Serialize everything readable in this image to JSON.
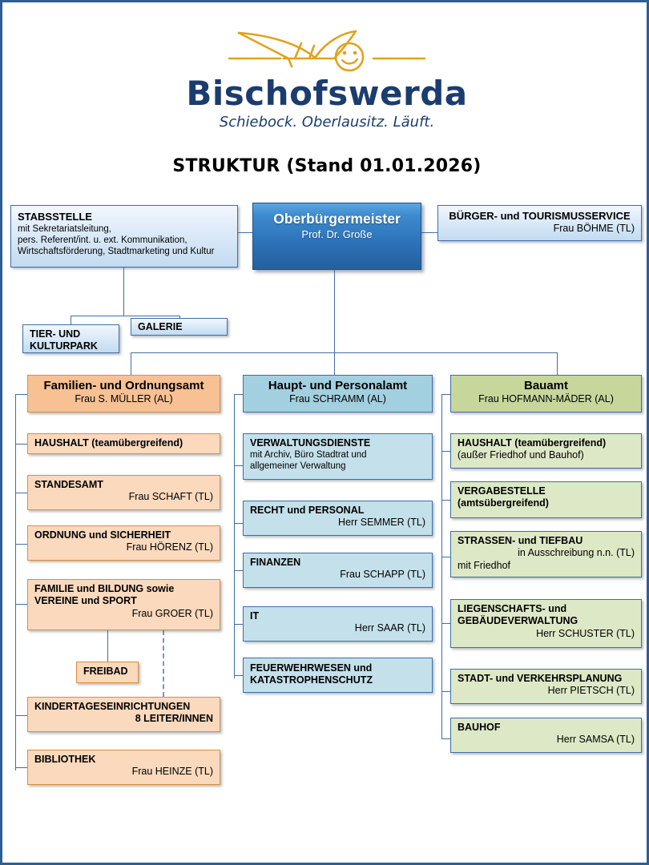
{
  "logo": {
    "city": "Bischofswerda",
    "claim": "Schiebock. Oberlausitz. Läuft.",
    "mark_icon": "deckchair-smiley-icon",
    "gold": "#e0a31e",
    "navy": "#1b3c6e"
  },
  "title": "STRUKTUR (Stand 01.01.2026)",
  "top": {
    "stabsstelle": {
      "title": "STABSSTELLE",
      "line1": "mit Sekretariatsleitung,",
      "line2": "pers. Referent/int. u. ext. Kommunikation,",
      "line3": "Wirtschaftsförderung, Stadtmarketing  und  Kultur"
    },
    "oberbuergermeister": {
      "title": "Oberbürgermeister",
      "person": "Prof. Dr. Große"
    },
    "buergerservice": {
      "title": "BÜRGER-  und TOURISMUSSERVICE",
      "person": "Frau BÖHME (TL)"
    }
  },
  "stabsstelle_children": [
    {
      "title_line1": "TIER- UND",
      "title_line2": "KULTURPARK"
    },
    {
      "title_line1": "GALERIE",
      "title_line2": ""
    }
  ],
  "departments": [
    {
      "key": "familien-und-ordnungsamt",
      "header": {
        "title": "Familien- und Ordnungsamt",
        "person": "Frau S. MÜLLER (AL)"
      },
      "color": "orange",
      "units": [
        {
          "title": "HAUSHALT (teamübergreifend)",
          "person": "",
          "note": ""
        },
        {
          "title": "STANDESAMT",
          "person": "Frau SCHAFT (TL)",
          "note": ""
        },
        {
          "title": "ORDNUNG und SICHERHEIT",
          "person": "Frau HÖRENZ (TL)",
          "note": ""
        },
        {
          "title": "FAMILIE und BILDUNG sowie",
          "title2": "VEREINE und SPORT",
          "person": "Frau GROER (TL)",
          "note": ""
        },
        {
          "title": "KINDERTAGESEINRICHTUNGEN",
          "person": "8 LEITER/INNEN",
          "note": ""
        },
        {
          "title": "BIBLIOTHEK",
          "person": "Frau HEINZE (TL)",
          "note": ""
        }
      ],
      "sub": {
        "title": "FREIBAD"
      }
    },
    {
      "key": "haupt-und-personalamt",
      "header": {
        "title": "Haupt- und Personalamt",
        "person": "Frau SCHRAMM (AL)"
      },
      "color": "cyan",
      "units": [
        {
          "title": "VERWALTUNGSDIENSTE",
          "note1": "mit Archiv,  Büro Stadtrat und",
          "note2": "allgemeiner Verwaltung",
          "person": ""
        },
        {
          "title": "RECHT und PERSONAL",
          "person": "Herr SEMMER (TL)"
        },
        {
          "title": "FINANZEN",
          "person": "Frau SCHAPP (TL)"
        },
        {
          "title": "IT",
          "person": "Herr SAAR (TL)"
        },
        {
          "title": "FEUERWEHRWESEN und",
          "title2": "KATASTROPHENSCHUTZ",
          "person": ""
        }
      ]
    },
    {
      "key": "bauamt",
      "header": {
        "title": "Bauamt",
        "person": "Frau HOFMANN-MÄDER (AL)"
      },
      "color": "green",
      "units": [
        {
          "title": "HAUSHALT (teamübergreifend)",
          "note1": "(außer Friedhof und Bauhof)",
          "person": ""
        },
        {
          "title": "VERGABESTELLE",
          "note1": "(amtsübergreifend)",
          "person": ""
        },
        {
          "title": "STRASSEN-  und TIEFBAU",
          "person": "in Ausschreibung n.n. (TL)",
          "note2": "mit Friedhof"
        },
        {
          "title": "LIEGENSCHAFTS- und",
          "title2": "GEBÄUDEVERWALTUNG",
          "person": "Herr SCHUSTER (TL)"
        },
        {
          "title": "STADT- und VERKEHRSPLANUNG",
          "person": "Herr  PIETSCH (TL)"
        },
        {
          "title": "BAUHOF",
          "person": "Herr SAMSA (TL)"
        }
      ]
    }
  ],
  "colors": {
    "frame": "#2d5f93",
    "connector": "#3f6fa8",
    "orange_header": "#f7c193",
    "orange_body": "#fad9bd",
    "cyan_header": "#a2d0e0",
    "cyan_body": "#c4e0ea",
    "green_header": "#c7d79b",
    "green_body": "#dde8c6",
    "ob_blue": "#2c72b8"
  }
}
